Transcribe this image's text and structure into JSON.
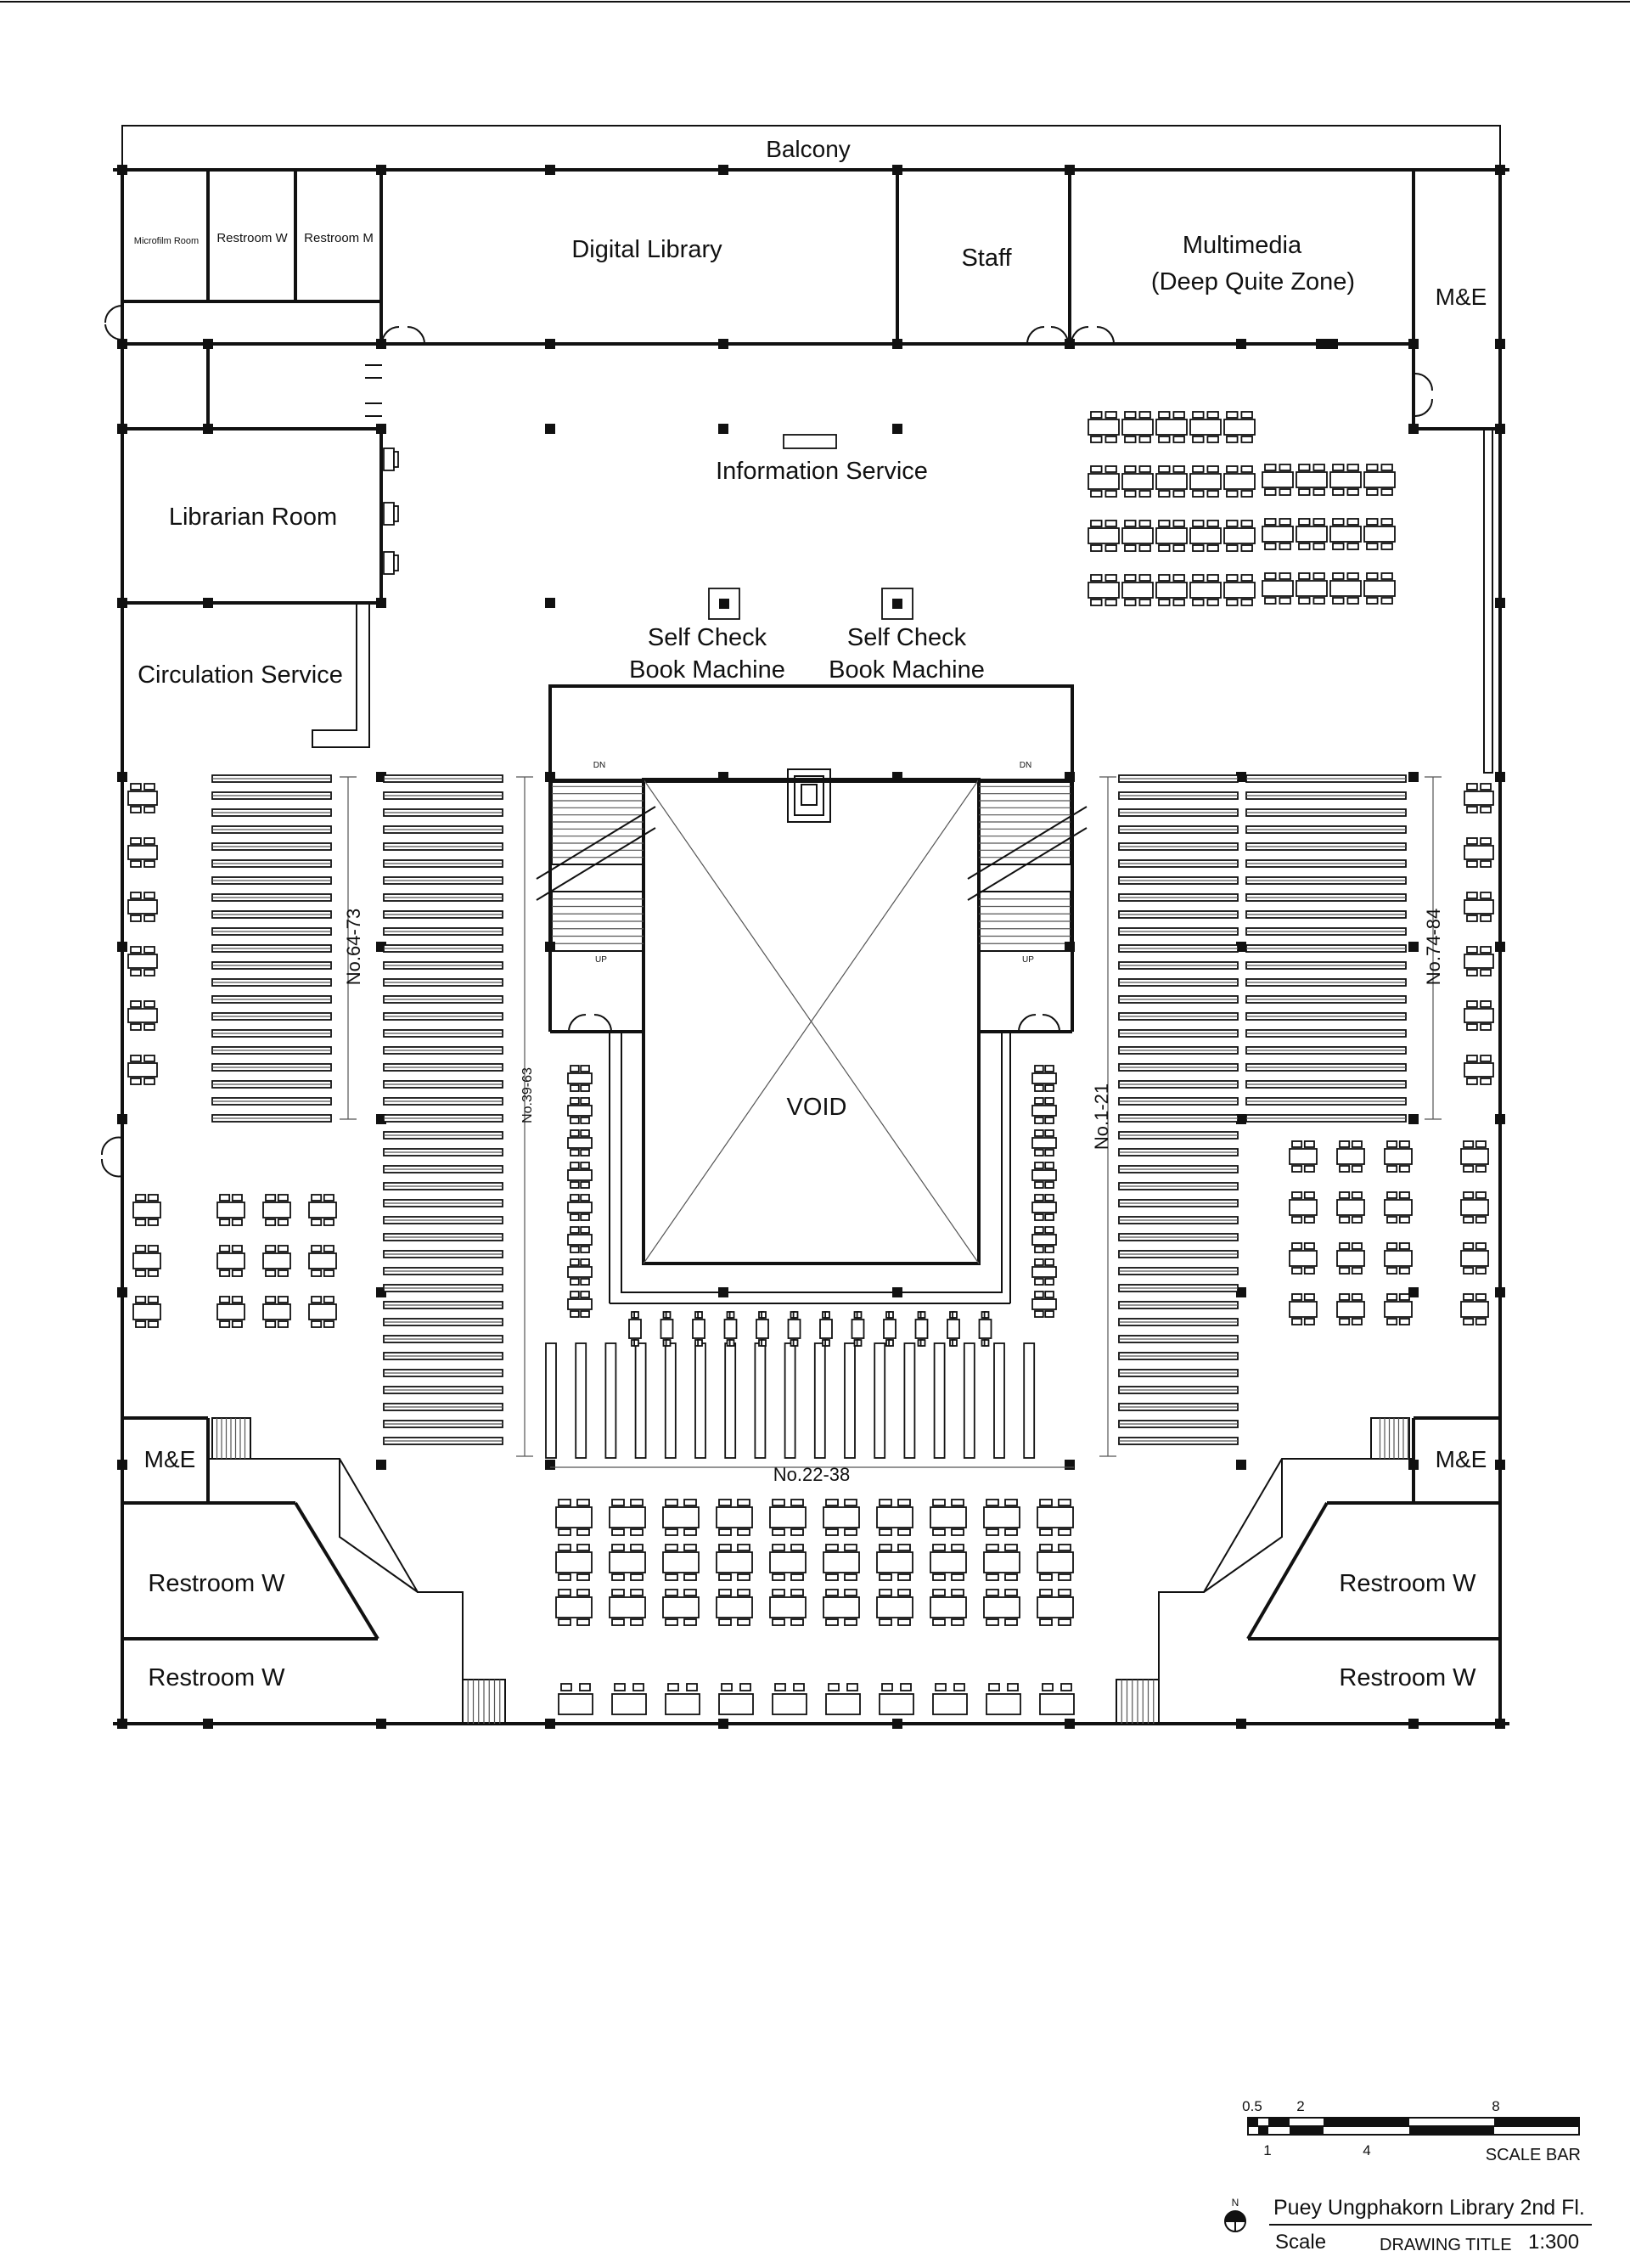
{
  "rooms": {
    "balcony": "Balcony",
    "microfilm": "Microfilm Room",
    "restroom_w_top": "Restroom W",
    "restroom_m_top": "Restroom M",
    "digital_library": "Digital Library",
    "staff": "Staff",
    "multimedia": "Multimedia",
    "multimedia_sub": "(Deep Quite Zone)",
    "me_top_right": "M&E",
    "information_service": "Information Service",
    "librarian_room": "Librarian Room",
    "circulation_service": "Circulation Service",
    "self_check_1_a": "Self Check",
    "self_check_1_b": "Book Machine",
    "self_check_2_a": "Self Check",
    "self_check_2_b": "Book Machine",
    "void": "VOID",
    "me_bottom_left": "M&E",
    "me_bottom_right": "M&E",
    "restroom_w_bl1": "Restroom W",
    "restroom_w_bl2": "Restroom W",
    "restroom_w_br1": "Restroom W",
    "restroom_w_br2": "Restroom W"
  },
  "stairs": {
    "dn_left": "DN",
    "dn_right": "DN",
    "up_left": "UP",
    "up_right": "UP"
  },
  "shelf_ranges": {
    "left": "No.64-73",
    "left_center": "No.39-63",
    "right_center": "No.1-21",
    "right": "No.74-84",
    "bottom": "No.22-38"
  },
  "scale_bar": {
    "top_ticks": [
      "0.5",
      "2",
      "8"
    ],
    "bottom_ticks": [
      "1",
      "4"
    ],
    "label": "SCALE BAR"
  },
  "title_block": {
    "north": "N",
    "title": "Puey Ungphakorn Library 2nd Fl.",
    "scale_label": "Scale",
    "drawing_title": "DRAWING TITLE",
    "scale_value": "1:300"
  }
}
